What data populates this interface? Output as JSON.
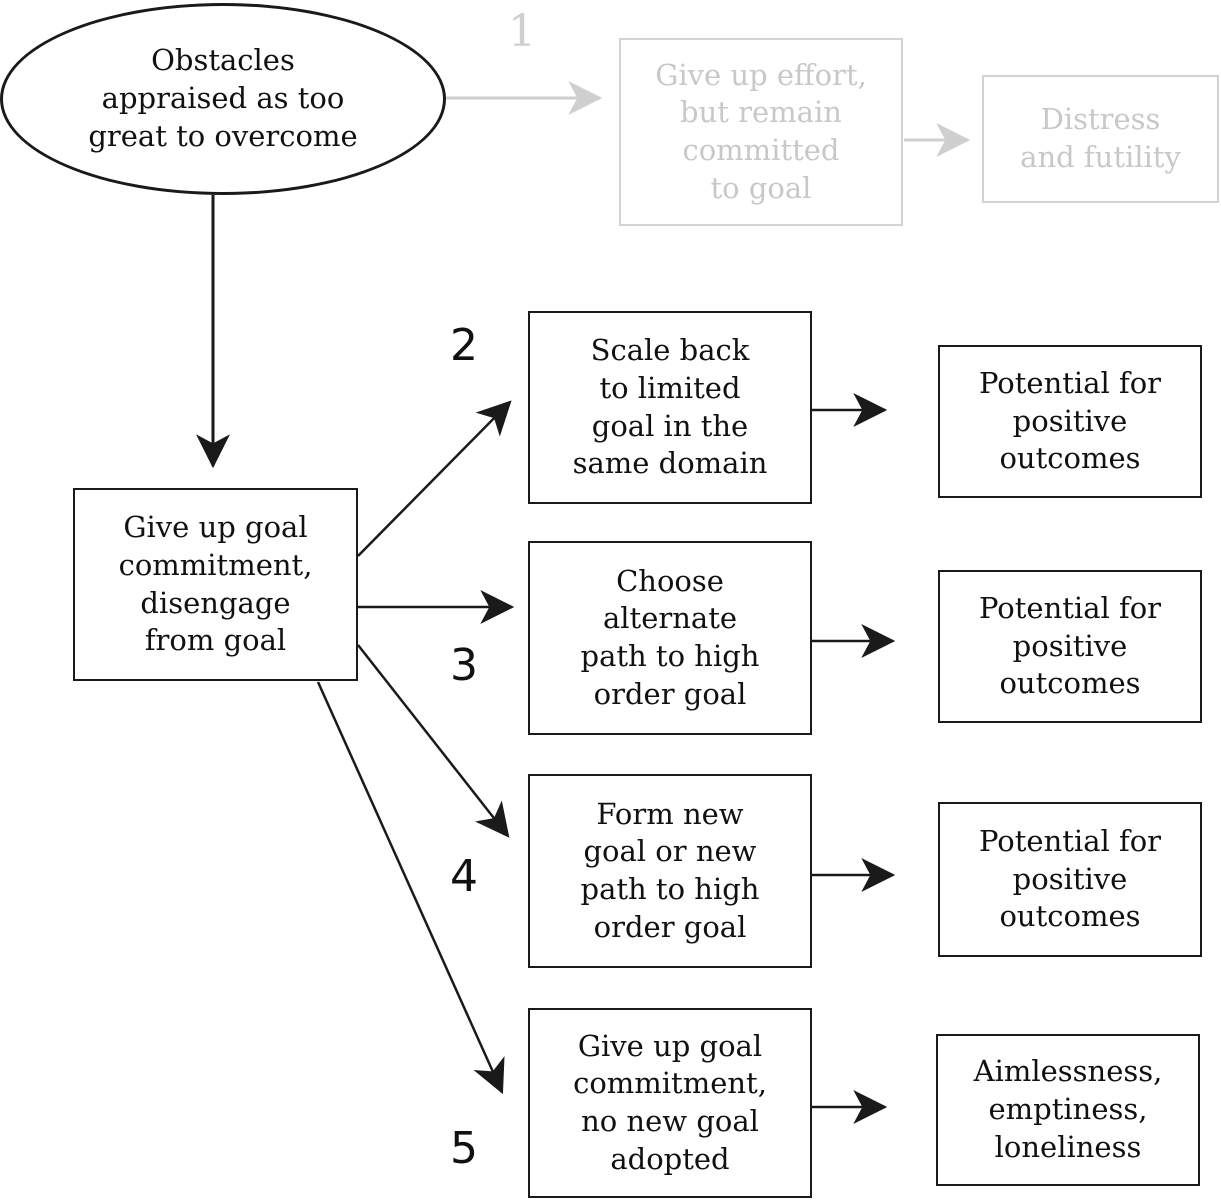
{
  "start": {
    "label": "Obstacles\nappraised as too\ngreat to overcome"
  },
  "path1": {
    "number": "1",
    "step": "Give up effort,\nbut remain\ncommitted\nto goal",
    "outcome": "Distress\nand futility"
  },
  "disengage": {
    "label": "Give up goal\ncommitment,\ndisengage\nfrom goal"
  },
  "paths": [
    {
      "number": "2",
      "step": "Scale back\nto limited\ngoal in the\nsame domain",
      "outcome": "Potential for\npositive\noutcomes"
    },
    {
      "number": "3",
      "step": "Choose\nalternate\npath to high\norder goal",
      "outcome": "Potential for\npositive\noutcomes"
    },
    {
      "number": "4",
      "step": "Form new\ngoal or new\npath to high\norder goal",
      "outcome": "Potential for\npositive\noutcomes"
    },
    {
      "number": "5",
      "step": "Give up goal\ncommitment,\nno new goal\nadopted",
      "outcome": "Aimlessness,\nemptiness,\nloneliness"
    }
  ],
  "colors": {
    "ink": "#1a1a1a",
    "faded": "#cfcfcf"
  }
}
